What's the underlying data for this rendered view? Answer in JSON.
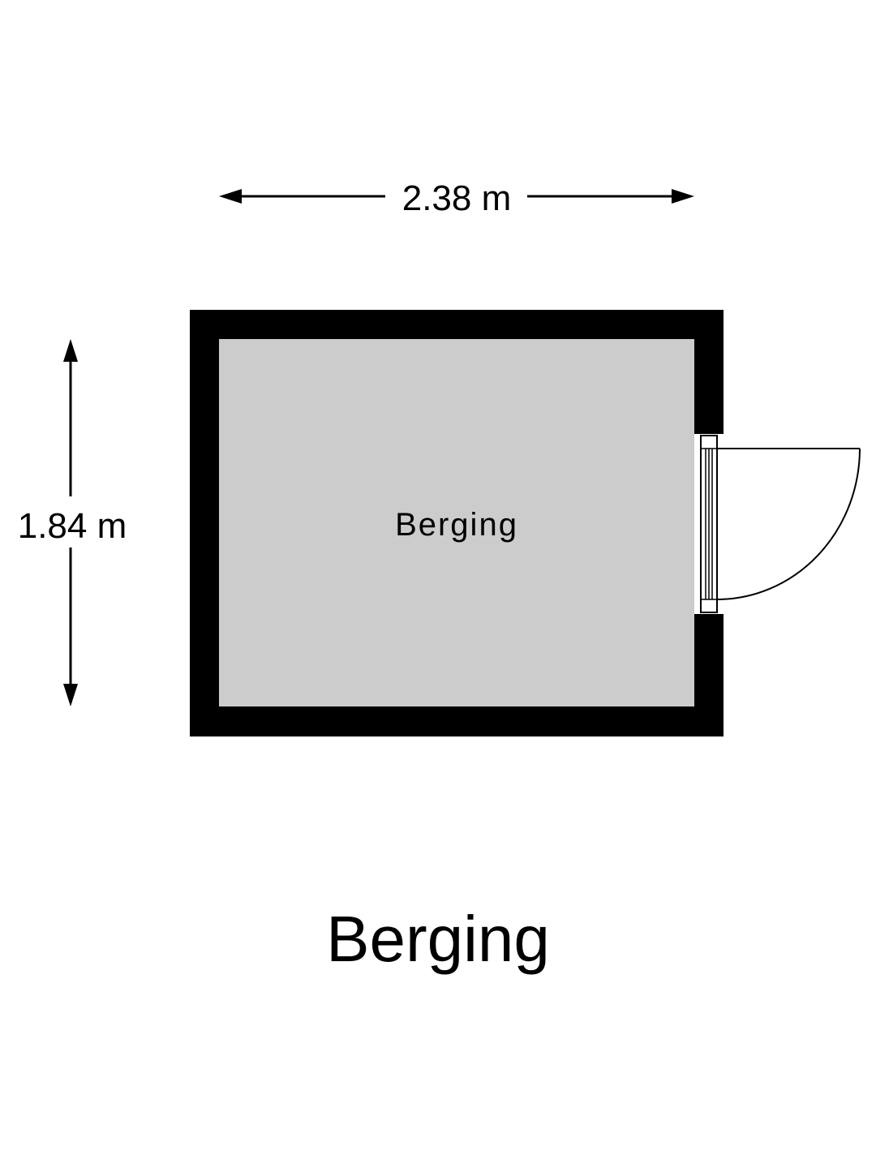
{
  "dimensions": {
    "width_label": "2.38 m",
    "height_label": "1.84 m"
  },
  "room": {
    "label": "Berging"
  },
  "floor": {
    "title": "Berging"
  },
  "colors": {
    "wall": "#000000",
    "floor_fill": "#cccccc",
    "background": "#ffffff",
    "line": "#000000"
  }
}
